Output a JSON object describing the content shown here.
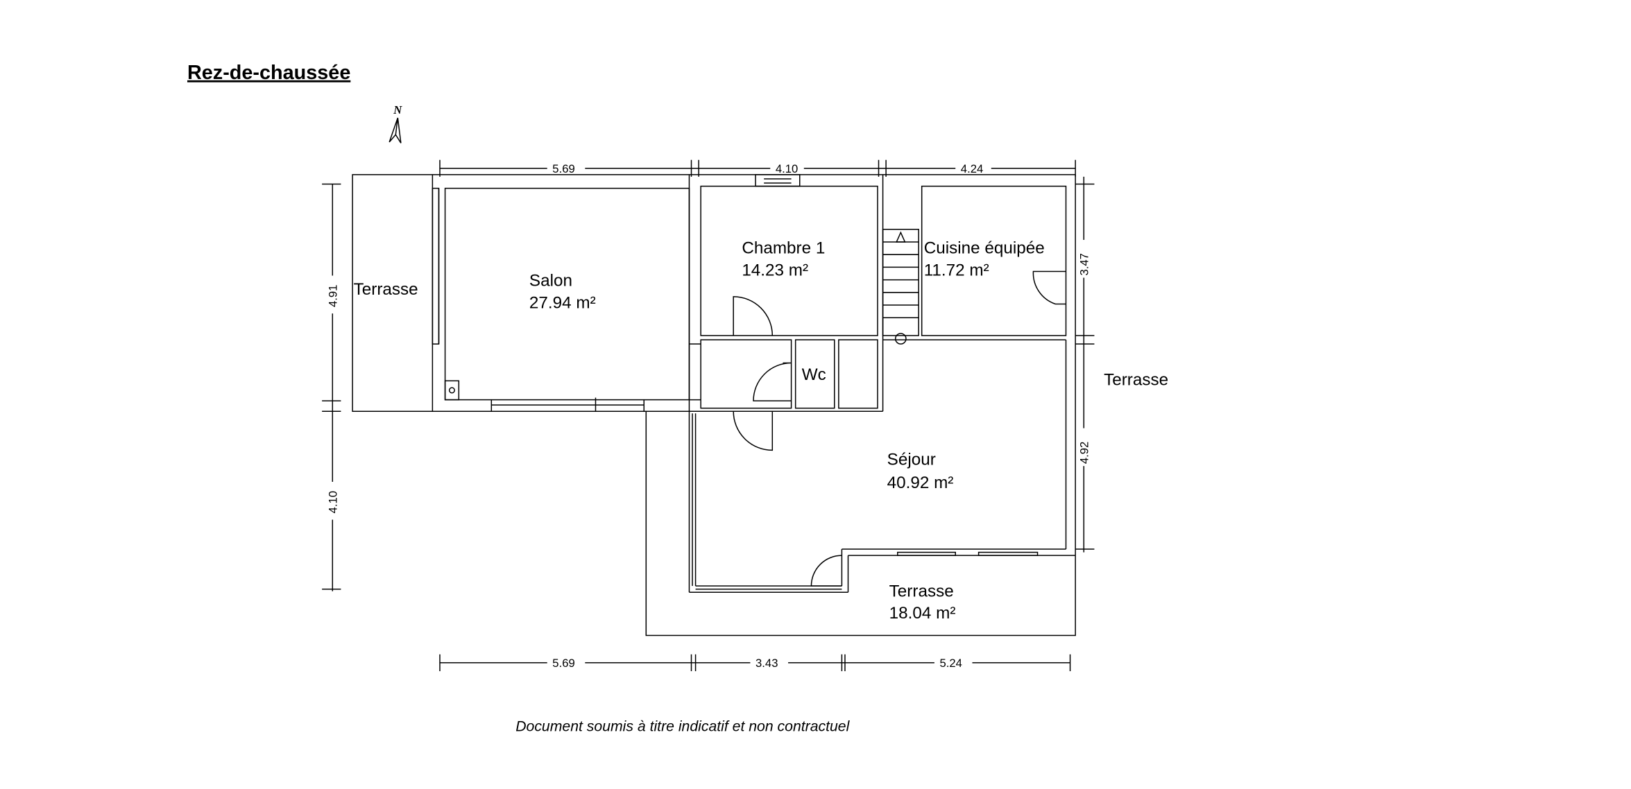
{
  "title": "Rez-de-chaussée",
  "north_label": "N",
  "rooms": {
    "terrasse_west": {
      "name": "Terrasse"
    },
    "salon": {
      "name": "Salon",
      "area": "27.94 m²"
    },
    "chambre1": {
      "name": "Chambre 1",
      "area": "14.23 m²"
    },
    "cuisine": {
      "name": "Cuisine équipée",
      "area": "11.72 m²"
    },
    "wc": {
      "name": "Wc"
    },
    "terrasse_east": {
      "name": "Terrasse"
    },
    "sejour": {
      "name": "Séjour",
      "area": "40.92 m²"
    },
    "terrasse_south": {
      "name": "Terrasse",
      "area": "18.04 m²"
    }
  },
  "dimensions": {
    "top": [
      "5.69",
      "4.10",
      "4.24"
    ],
    "bottom": [
      "5.69",
      "3.43",
      "5.24"
    ],
    "left": [
      "4.91",
      "4.10"
    ],
    "right": [
      "3.47",
      "4.92"
    ]
  },
  "disclaimer": "Document soumis à titre indicatif et non contractuel"
}
